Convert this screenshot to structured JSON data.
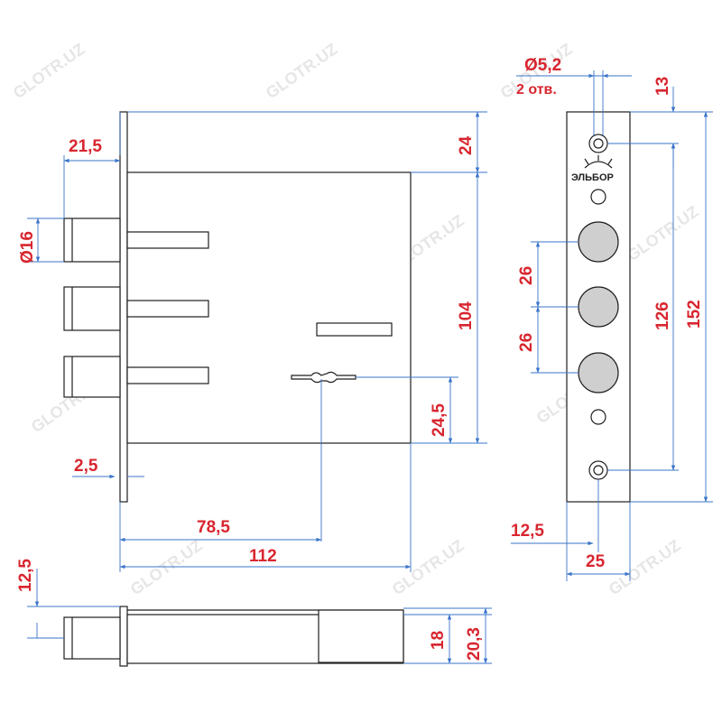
{
  "watermark": "GLOTR.UZ",
  "logo": {
    "text": "ЭЛЬБОР"
  },
  "front_view": {
    "dims": {
      "bolt_projection": "21,5",
      "bolt_diameter": "Ø16",
      "faceplate_thickness": "2,5",
      "backset": "78,5",
      "case_width": "112",
      "top_offset": "24",
      "case_height": "104",
      "key_offset": "24,5"
    }
  },
  "side_view": {
    "dims": {
      "hole_diameter": "Ø5,2",
      "hole_count": "2 отв.",
      "top_hole_offset": "13",
      "bolt_pitch_1": "26",
      "bolt_pitch_2": "26",
      "hole_spacing": "126",
      "plate_height": "152",
      "half_width": "12,5",
      "plate_width": "25"
    }
  },
  "bottom_view": {
    "dims": {
      "bolt_offset": "12,5",
      "case_depth": "18",
      "total_depth": "20,3"
    }
  }
}
